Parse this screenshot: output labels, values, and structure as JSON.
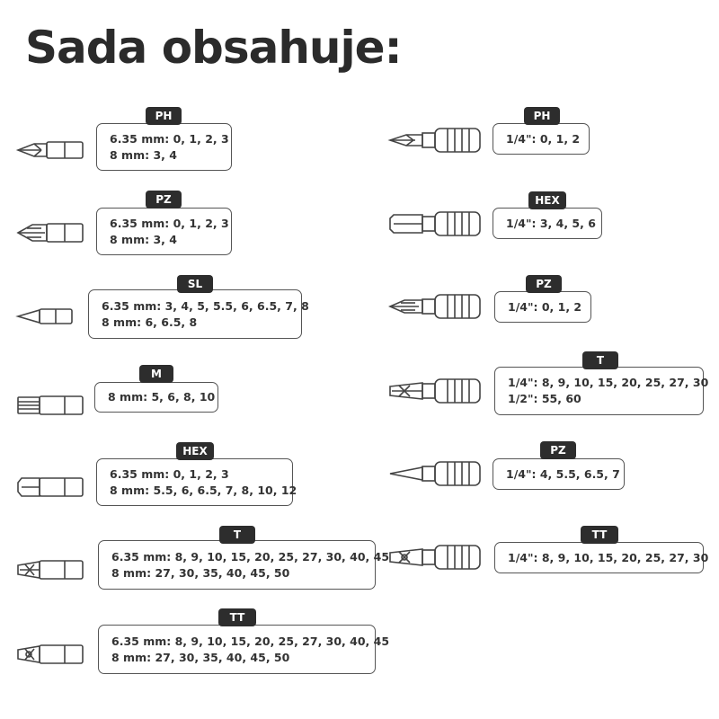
{
  "title": "Sada obsahuje:",
  "bits": [
    {
      "tag": "PH",
      "icon": "phillips-bit-icon",
      "lines": [
        "6.35 mm: 0, 1, 2, 3",
        "8 mm: 3, 4"
      ]
    },
    {
      "tag": "PZ",
      "icon": "pozidriv-bit-icon",
      "lines": [
        "6.35 mm: 0, 1, 2, 3",
        "8 mm: 3, 4"
      ]
    },
    {
      "tag": "SL",
      "icon": "slotted-bit-icon",
      "lines": [
        "6.35 mm: 3, 4, 5, 5.5, 6, 6.5, 7, 8",
        "8 mm: 6, 6.5, 8"
      ]
    },
    {
      "tag": "M",
      "icon": "spline-bit-icon",
      "lines": [
        "8 mm: 5, 6, 8, 10"
      ]
    },
    {
      "tag": "HEX",
      "icon": "hex-bit-icon",
      "lines": [
        "6.35 mm: 0, 1, 2, 3",
        "8 mm: 5.5, 6, 6.5, 7, 8, 10, 12"
      ]
    },
    {
      "tag": "T",
      "icon": "torx-bit-icon",
      "lines": [
        "6.35 mm: 8, 9, 10, 15, 20, 25, 27, 30, 40, 45",
        "8 mm: 27, 30, 35, 40, 45, 50"
      ]
    },
    {
      "tag": "TT",
      "icon": "tamper-torx-bit-icon",
      "lines": [
        "6.35 mm: 8, 9, 10, 15, 20, 25, 27, 30, 40, 45",
        "8 mm: 27, 30, 35, 40, 45, 50"
      ]
    }
  ],
  "sockets": [
    {
      "tag": "PH",
      "icon": "phillips-socket-bit-icon",
      "lines": [
        "1/4\": 0, 1, 2"
      ]
    },
    {
      "tag": "HEX",
      "icon": "hex-socket-bit-icon",
      "lines": [
        "1/4\": 3, 4, 5, 6"
      ]
    },
    {
      "tag": "PZ",
      "icon": "pozidriv-socket-bit-icon",
      "lines": [
        "1/4\": 0, 1, 2"
      ]
    },
    {
      "tag": "T",
      "icon": "torx-socket-bit-icon",
      "lines": [
        "1/4\": 8, 9, 10, 15, 20, 25, 27, 30",
        "1/2\": 55, 60"
      ]
    },
    {
      "tag": "PZ",
      "icon": "slotted-socket-bit-icon",
      "lines": [
        "1/4\": 4, 5.5, 6.5, 7"
      ]
    },
    {
      "tag": "TT",
      "icon": "tamper-torx-socket-bit-icon",
      "lines": [
        "1/4\": 8, 9, 10, 15, 20, 25, 27, 30"
      ]
    }
  ]
}
